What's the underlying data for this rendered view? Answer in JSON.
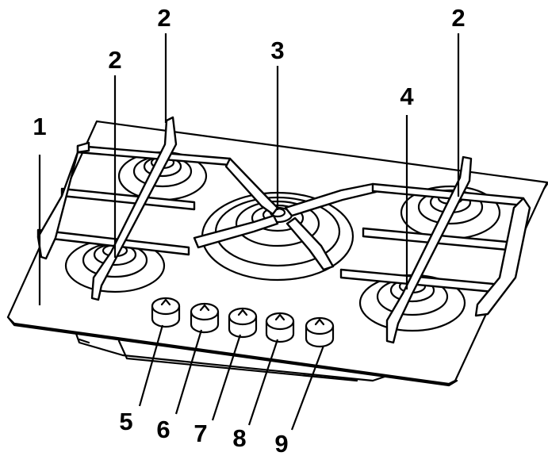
{
  "diagram": {
    "colors": {
      "ink": "#000000",
      "paper": "#ffffff"
    },
    "callouts": [
      {
        "id": "c1-left",
        "label": "1"
      },
      {
        "id": "c2-left",
        "label": "2"
      },
      {
        "id": "c2-mid",
        "label": "2"
      },
      {
        "id": "c3",
        "label": "3"
      },
      {
        "id": "c4",
        "label": "4"
      },
      {
        "id": "c2-right",
        "label": "2"
      },
      {
        "id": "c5",
        "label": "5"
      },
      {
        "id": "c6",
        "label": "6"
      },
      {
        "id": "c7",
        "label": "7"
      },
      {
        "id": "c8",
        "label": "8"
      },
      {
        "id": "c9",
        "label": "9"
      }
    ]
  }
}
